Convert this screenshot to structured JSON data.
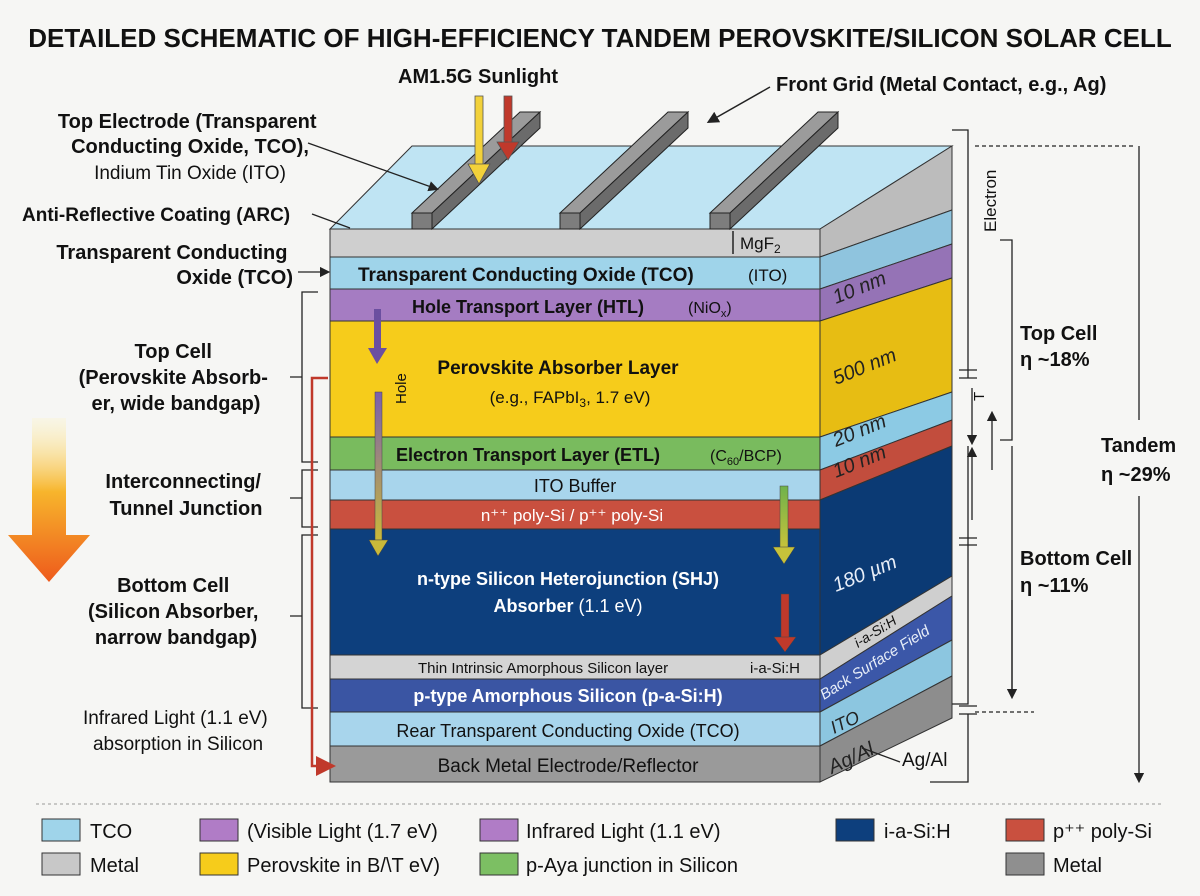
{
  "title": "DETAILED SCHEMATIC OF HIGH-EFFICIENCY TANDEM PEROVSKITE/SILICON SOLAR CELL",
  "top_labels": {
    "sunlight": "AM1.5G Sunlight",
    "front_grid": "Front Grid (Metal Contact, e.g., Ag)"
  },
  "left_labels": {
    "top_electrode": [
      "Top Electrode (Transparent",
      "Conducting Oxide, TCO),"
    ],
    "top_electrode_sub": "Indium Tin Oxide (ITO)",
    "arc": "Anti-Reflective Coating (ARC)",
    "tco": [
      "Transparent Conducting",
      "Oxide (TCO)"
    ],
    "top_cell": [
      "Top Cell",
      "(Perovskite Absorb-",
      "er, wide bandgap)"
    ],
    "junction": [
      "Interconnecting/",
      "Tunnel Junction"
    ],
    "bottom_cell": [
      "Bottom Cell",
      "(Silicon Absorber,",
      "narrow bandgap)"
    ],
    "infrared": [
      "Infrared Light (1.1 eV)",
      "absorption in Silicon"
    ]
  },
  "layers": {
    "mgf2": "MgF",
    "mgf2_sub": "2",
    "tco_bold": "Transparent Conducting Oxide (TCO)",
    "tco_note": "(ITO)",
    "htl_bold": "Hole Transport Layer (HTL)",
    "htl_note": "(NiO",
    "htl_note_sub": "x",
    "htl_note_end": ")",
    "perovskite_bold": "Perovskite Absorber Layer",
    "perovskite_note": "(e.g., FAPbI",
    "perovskite_note_sub": "3",
    "perovskite_note_end": ", 1.7 eV)",
    "etl_bold": "Electron Transport Layer (ETL)",
    "etl_note": "(C",
    "etl_note_sub": "60",
    "etl_note_end": "/BCP)",
    "ito_buffer": "ITO Buffer",
    "polysi": "n⁺⁺ poly-Si / p⁺⁺ poly-Si",
    "shj_bold": [
      "n-type Silicon Heterojunction (SHJ)",
      "Absorber"
    ],
    "shj_note": "(1.1 eV)",
    "intrinsic": "Thin Intrinsic Amorphous Silicon layer",
    "intrinsic_tag": "i-a-Si:H",
    "p_asi": "p-type Amorphous Silicon (p-a-Si:H)",
    "rear_tco": "Rear Transparent Conducting Oxide (TCO)",
    "back_metal": "Back Metal Electrode/Reflector"
  },
  "side_labels": {
    "nm10": "10 nm",
    "nm500": "500 nm",
    "nm20": "20 nm",
    "nm10b": "10 nm",
    "um180": "180 µm",
    "iasih": "i-a-Si:H",
    "bsf": "Back Surface Field",
    "ito": "ITO",
    "agal": "Ag/Al"
  },
  "carriers": {
    "hole": "Hole",
    "electron": "Electron",
    "t": "T"
  },
  "right_labels": {
    "agal": "Ag/Al",
    "top_cell": "Top Cell",
    "top_eff": "η ~18%",
    "tandem": "Tandem",
    "tandem_eff": "η ~29%",
    "bottom_cell": "Bottom Cell",
    "bottom_eff": "η ~11%"
  },
  "legend": [
    {
      "label": "TCO",
      "color": "#9fd4ea"
    },
    {
      "label": "(Visible Light (1.7 eV)",
      "color": "#b07cc6"
    },
    {
      "label": "Infrared Light (1.1 eV)",
      "color": "#b07cc6"
    },
    {
      "label": "i-a-Si:H",
      "color": "#0d3f7d"
    },
    {
      "label": "p⁺⁺ poly-Si",
      "color": "#c9503f"
    },
    {
      "label": "Metal",
      "color": "#c8c8c8"
    },
    {
      "label": "Perovskite in B/\\T eV)",
      "color": "#f6cc1b"
    },
    {
      "label": "p-Aya junction in Silicon",
      "color": "#7cbf63"
    },
    {
      "label": "Metal",
      "color": "#8f8f8f"
    }
  ],
  "colors": {
    "tco": "#9fd4ea",
    "arc": "#cfcfcf",
    "htl": "#a57cc2",
    "perovskite": "#f6cc1b",
    "etl": "#79bb5e",
    "ito_buffer": "#a8d5ec",
    "polysi": "#c9503f",
    "silicon": "#0d3f7d",
    "intrinsic": "#d4d4d4",
    "p_asi": "#3a55a3",
    "metal": "#8f8f8f"
  }
}
